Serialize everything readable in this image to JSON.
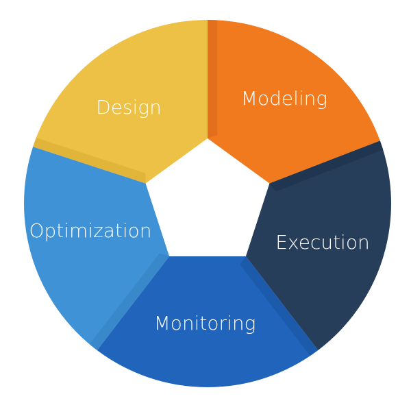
{
  "diagram": {
    "segments": [
      {
        "id": "design",
        "label": "Design",
        "color": "#ECC146",
        "shade": "#D9AB32"
      },
      {
        "id": "modeling",
        "label": "Modeling",
        "color": "#F07A1D",
        "shade": "#D8651A"
      },
      {
        "id": "execution",
        "label": "Execution",
        "color": "#263E5A",
        "shade": "#1C3048"
      },
      {
        "id": "monitoring",
        "label": "Monitoring",
        "color": "#2164BC",
        "shade": "#1A539F"
      },
      {
        "id": "optimization",
        "label": "Optimization",
        "color": "#3F92D6",
        "shade": "#347FBF"
      }
    ],
    "center_color": "#ffffff"
  }
}
